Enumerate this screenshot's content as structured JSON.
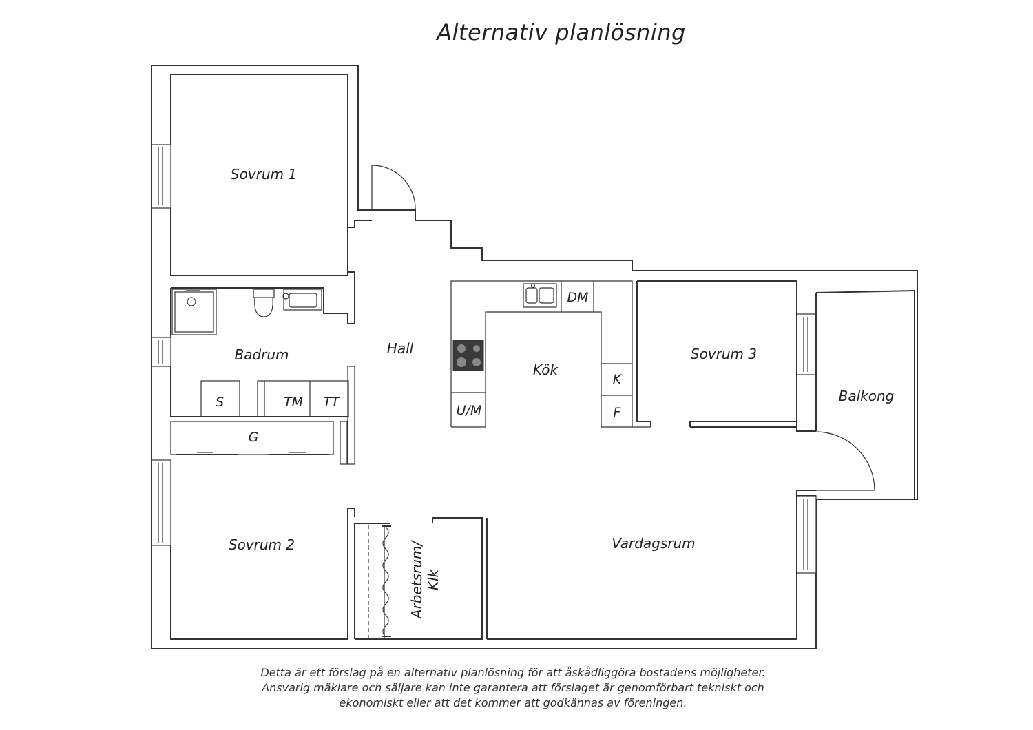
{
  "title": "Alternativ planlösning",
  "rooms": {
    "sovrum1": "Sovrum 1",
    "badrum": "Badrum",
    "hall": "Hall",
    "kok": "Kök",
    "sovrum3": "Sovrum 3",
    "balkong": "Balkong",
    "sovrum2": "Sovrum 2",
    "arbetsrum_line1": "Arbetsrum/",
    "arbetsrum_line2": "Klk",
    "vardagsrum": "Vardagsrum"
  },
  "fixtures": {
    "dm": "DM",
    "k": "K",
    "f": "F",
    "um": "U/M",
    "s": "S",
    "tm": "TM",
    "tt": "TT",
    "g": "G"
  },
  "disclaimer": [
    "Detta är ett förslag på en alternativ planlösning för att åskådliggöra bostadens möjligheter.",
    "Ansvarig mäklare och säljare kan inte garantera att förslaget är genomförbart tekniskt och",
    "ekonomiskt eller att det kommer att godkännas av föreningen."
  ]
}
